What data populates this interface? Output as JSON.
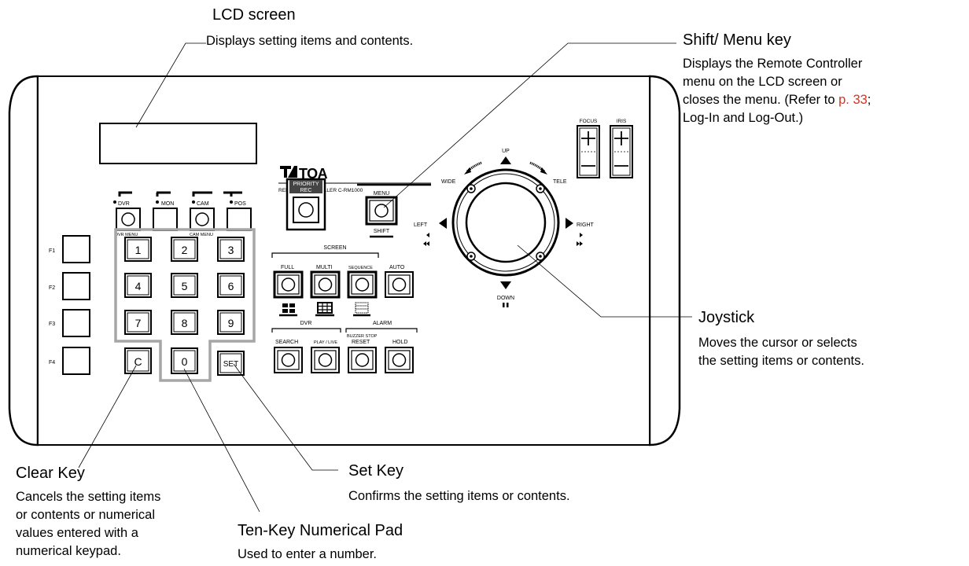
{
  "callouts": {
    "lcd": {
      "title": "LCD screen",
      "desc": "Displays setting items and contents."
    },
    "shift": {
      "title": "Shift/ Menu key",
      "desc_lines": [
        "Displays the Remote Controller",
        "menu on the LCD screen or",
        "closes the menu. (Refer to "
      ],
      "ref": "p. 33",
      "ref_tail": ";",
      "desc_last": "Log-In and Log-Out.)"
    },
    "joystick": {
      "title": "Joystick",
      "desc_lines": [
        "Moves the cursor or selects",
        "the setting items or contents."
      ]
    },
    "set": {
      "title": "Set Key",
      "desc": "Confirms the setting items or contents."
    },
    "clear": {
      "title": "Clear Key",
      "desc_lines": [
        "Cancels the setting items",
        "or contents or numerical",
        "values entered with a",
        "numerical keypad."
      ]
    },
    "tenkey": {
      "title": "Ten-Key Numerical Pad",
      "desc": "Used to enter a number."
    }
  },
  "device": {
    "brand": "TOA",
    "model": "REMOTE CONTROLLER C-RM1000",
    "top_keys": [
      "DVR",
      "MON",
      "CAM",
      "POS"
    ],
    "dvr_menu": "DVR MENU",
    "cam_menu": "CAM MENU",
    "f_keys": [
      "F1",
      "F2",
      "F3",
      "F4"
    ],
    "digits": [
      "1",
      "2",
      "3",
      "4",
      "5",
      "6",
      "7",
      "8",
      "9"
    ],
    "clear_key": "C",
    "zero_key": "0",
    "set_key": "SET",
    "priority": [
      "PRIORITY",
      "REC"
    ],
    "menu": "MENU",
    "shift": "SHIFT",
    "screen_group": "SCREEN",
    "screen_keys": [
      "FULL",
      "MULTI",
      "SEQUENCE",
      "AUTO"
    ],
    "dvr_group": "DVR",
    "alarm_group": "ALARM",
    "dvr_keys": [
      "SEARCH",
      "PLAY / LIVE"
    ],
    "buzzer_stop": "BUZZER STOP",
    "alarm_keys": [
      "RESET",
      "HOLD"
    ],
    "directions": {
      "up": "UP",
      "down": "DOWN",
      "left": "LEFT",
      "right": "RIGHT",
      "wide": "WIDE",
      "tele": "TELE"
    },
    "focus": "FOCUS",
    "iris": "IRIS"
  }
}
